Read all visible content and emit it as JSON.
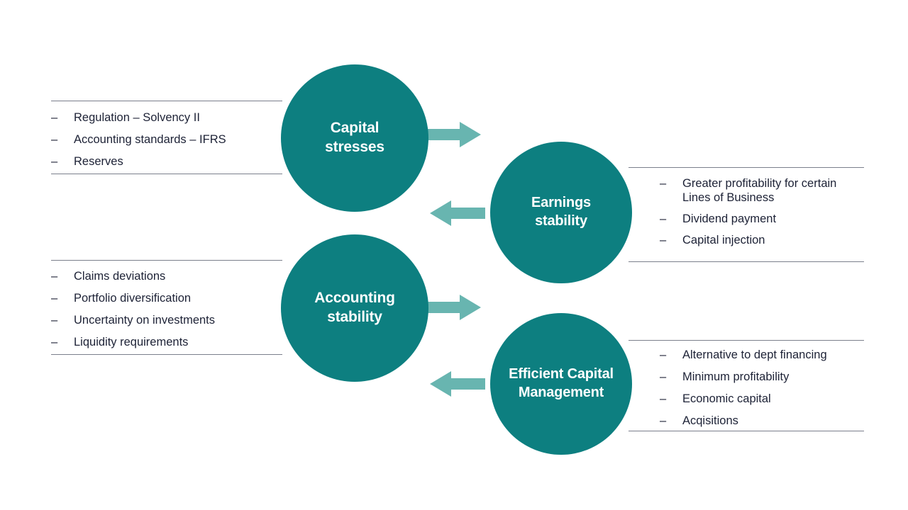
{
  "diagram": {
    "colors": {
      "circle_fill": "#0d7f80",
      "circle_text": "#ffffff",
      "arrow_fill": "#68b5b0",
      "rule": "#7b7f8c",
      "body_text": "#1d2236",
      "background": "#ffffff"
    },
    "nodes": [
      {
        "id": "capital-stresses",
        "label": "Capital\nstresses"
      },
      {
        "id": "accounting-stability",
        "label": "Accounting\nstability"
      },
      {
        "id": "earnings-stability",
        "label": "Earnings\nstability"
      },
      {
        "id": "efficient-capital-management",
        "label": "Efficient Capital\nManagement"
      }
    ],
    "arrows": [
      {
        "id": "capital-to-earnings",
        "direction": "right"
      },
      {
        "id": "earnings-to-capital",
        "direction": "left"
      },
      {
        "id": "accounting-to-efficient",
        "direction": "right"
      },
      {
        "id": "efficient-to-accounting",
        "direction": "left"
      }
    ],
    "bullet_marker": "–",
    "lists": {
      "capital_stresses": {
        "items": [
          "Regulation – Solvency II",
          "Accounting standards – IFRS",
          "Reserves"
        ]
      },
      "accounting_stability": {
        "items": [
          "Claims deviations",
          "Portfolio diversification",
          "Uncertainty on investments",
          "Liquidity requirements"
        ]
      },
      "earnings_stability": {
        "items": [
          "Greater profitability for certain\nLines of Business",
          "Dividend payment",
          "Capital injection"
        ]
      },
      "efficient_capital_management": {
        "items": [
          "Alternative to dept financing",
          "Minimum profitability",
          "Economic capital",
          "Acqisitions"
        ]
      }
    }
  }
}
